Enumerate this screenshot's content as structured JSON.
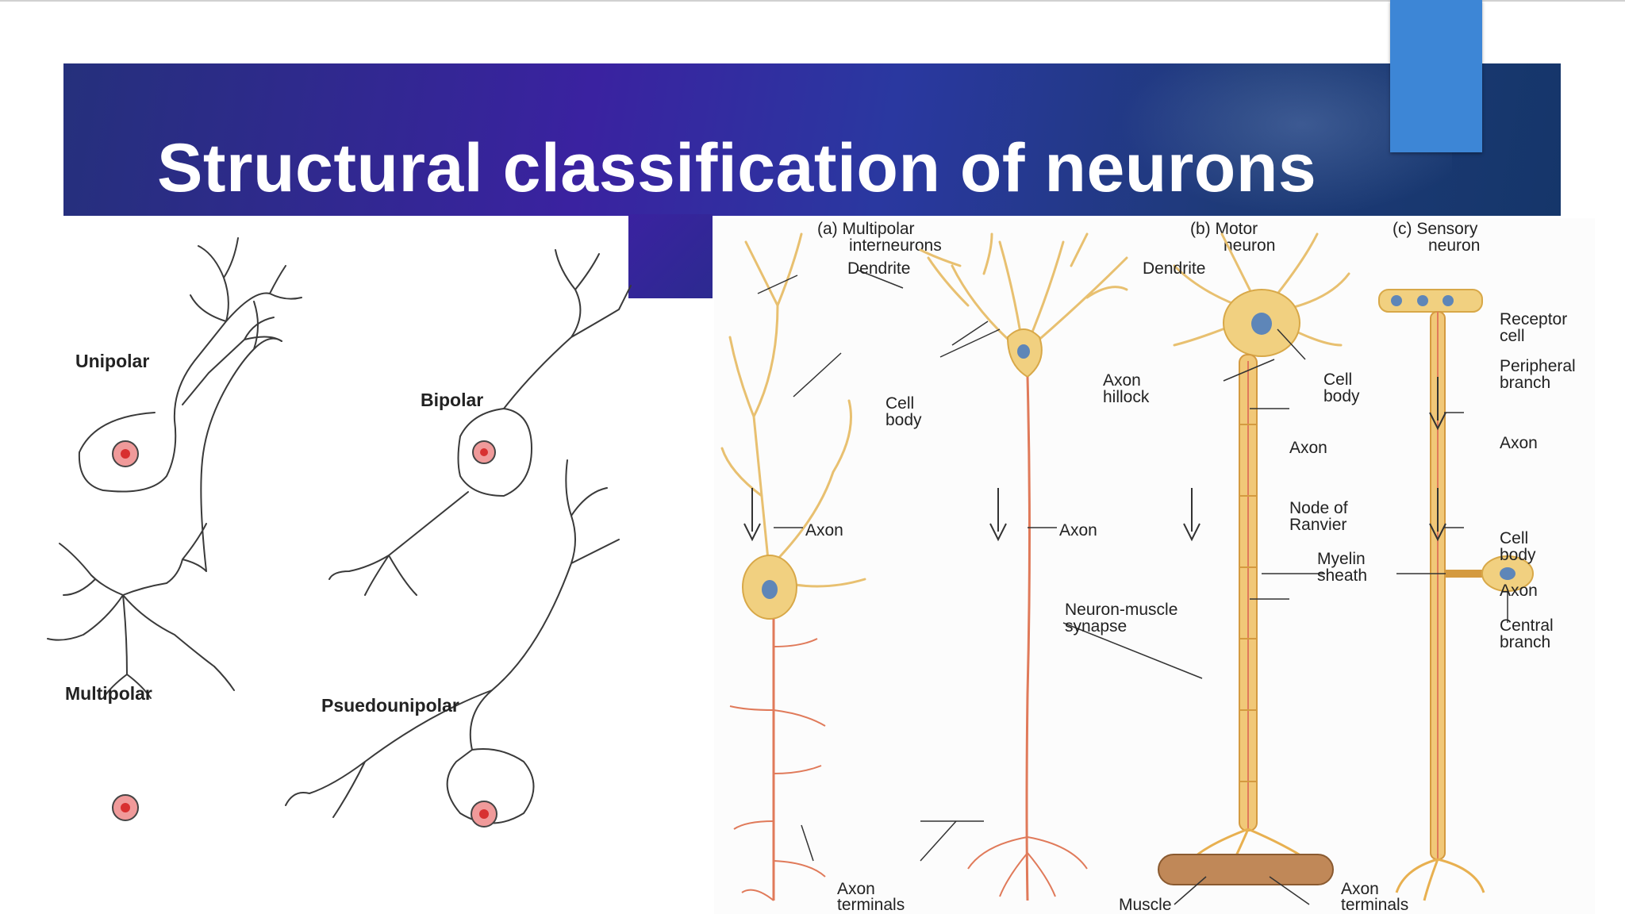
{
  "slide": {
    "title": "Structural classification of neurons"
  },
  "left_diagram": {
    "labels": {
      "unipolar": "Unipolar",
      "bipolar": "Bipolar",
      "multipolar": "Multipolar",
      "pseudounipolar": "Psuedounipolar"
    }
  },
  "right_diagram": {
    "headers": {
      "a_line1": "(a) Multipolar",
      "a_line2": "interneurons",
      "b_line1": "(b) Motor",
      "b_line2": "neuron",
      "c_line1": "(c) Sensory",
      "c_line2": "neuron"
    },
    "labels": {
      "dendrite_a": "Dendrite",
      "dendrite_b": "Dendrite",
      "cell_body_a_1": "Cell",
      "cell_body_a_2": "body",
      "axon_hillock_1": "Axon",
      "axon_hillock_2": "hillock",
      "cell_body_b_1": "Cell",
      "cell_body_b_2": "body",
      "axon_b": "Axon",
      "node_1": "Node of",
      "node_2": "Ranvier",
      "axon_a1": "Axon",
      "axon_a2": "Axon",
      "myelin_1": "Myelin",
      "myelin_2": "sheath",
      "nms_1": "Neuron-muscle",
      "nms_2": "synapse",
      "axon_terminals_a_1": "Axon",
      "axon_terminals_a_2": "terminals",
      "muscle": "Muscle",
      "axon_terminals_b_1": "Axon",
      "axon_terminals_b_2": "terminals",
      "receptor_1": "Receptor",
      "receptor_2": "cell",
      "peripheral_1": "Peripheral",
      "peripheral_2": "branch",
      "axon_c1": "Axon",
      "cell_body_c_1": "Cell",
      "cell_body_c_2": "body",
      "axon_c2": "Axon",
      "central_1": "Central",
      "central_2": "branch"
    }
  },
  "colors": {
    "banner_start": "#25307c",
    "banner_end": "#15366a",
    "accent": "#3d86d6",
    "neuron_fill": "#f1d080",
    "axon": "#e07a5a",
    "nucleus_outer": "#f09a9a",
    "nucleus_inner": "#d83030"
  }
}
